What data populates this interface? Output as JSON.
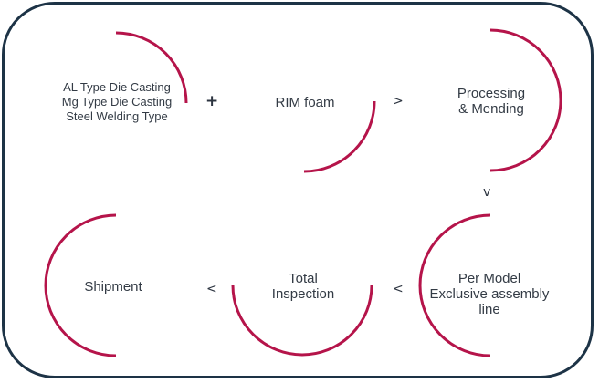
{
  "colors": {
    "frame": "#1d3346",
    "arc": "#b5144a",
    "text": "#333b45"
  },
  "steps": [
    {
      "lines": [
        "AL Type Die Casting",
        "Mg Type Die Casting",
        "Steel Welding Type"
      ]
    },
    {
      "lines": [
        "RIM foam"
      ]
    },
    {
      "lines": [
        "Processing",
        "& Mending"
      ]
    },
    {
      "lines": [
        "Per Model",
        "Exclusive assembly",
        "line"
      ]
    },
    {
      "lines": [
        "Total",
        "Inspection"
      ]
    },
    {
      "lines": [
        "Shipment"
      ]
    }
  ],
  "connectors": {
    "plus": "+",
    "right": ">",
    "down": "v",
    "left": "<"
  }
}
